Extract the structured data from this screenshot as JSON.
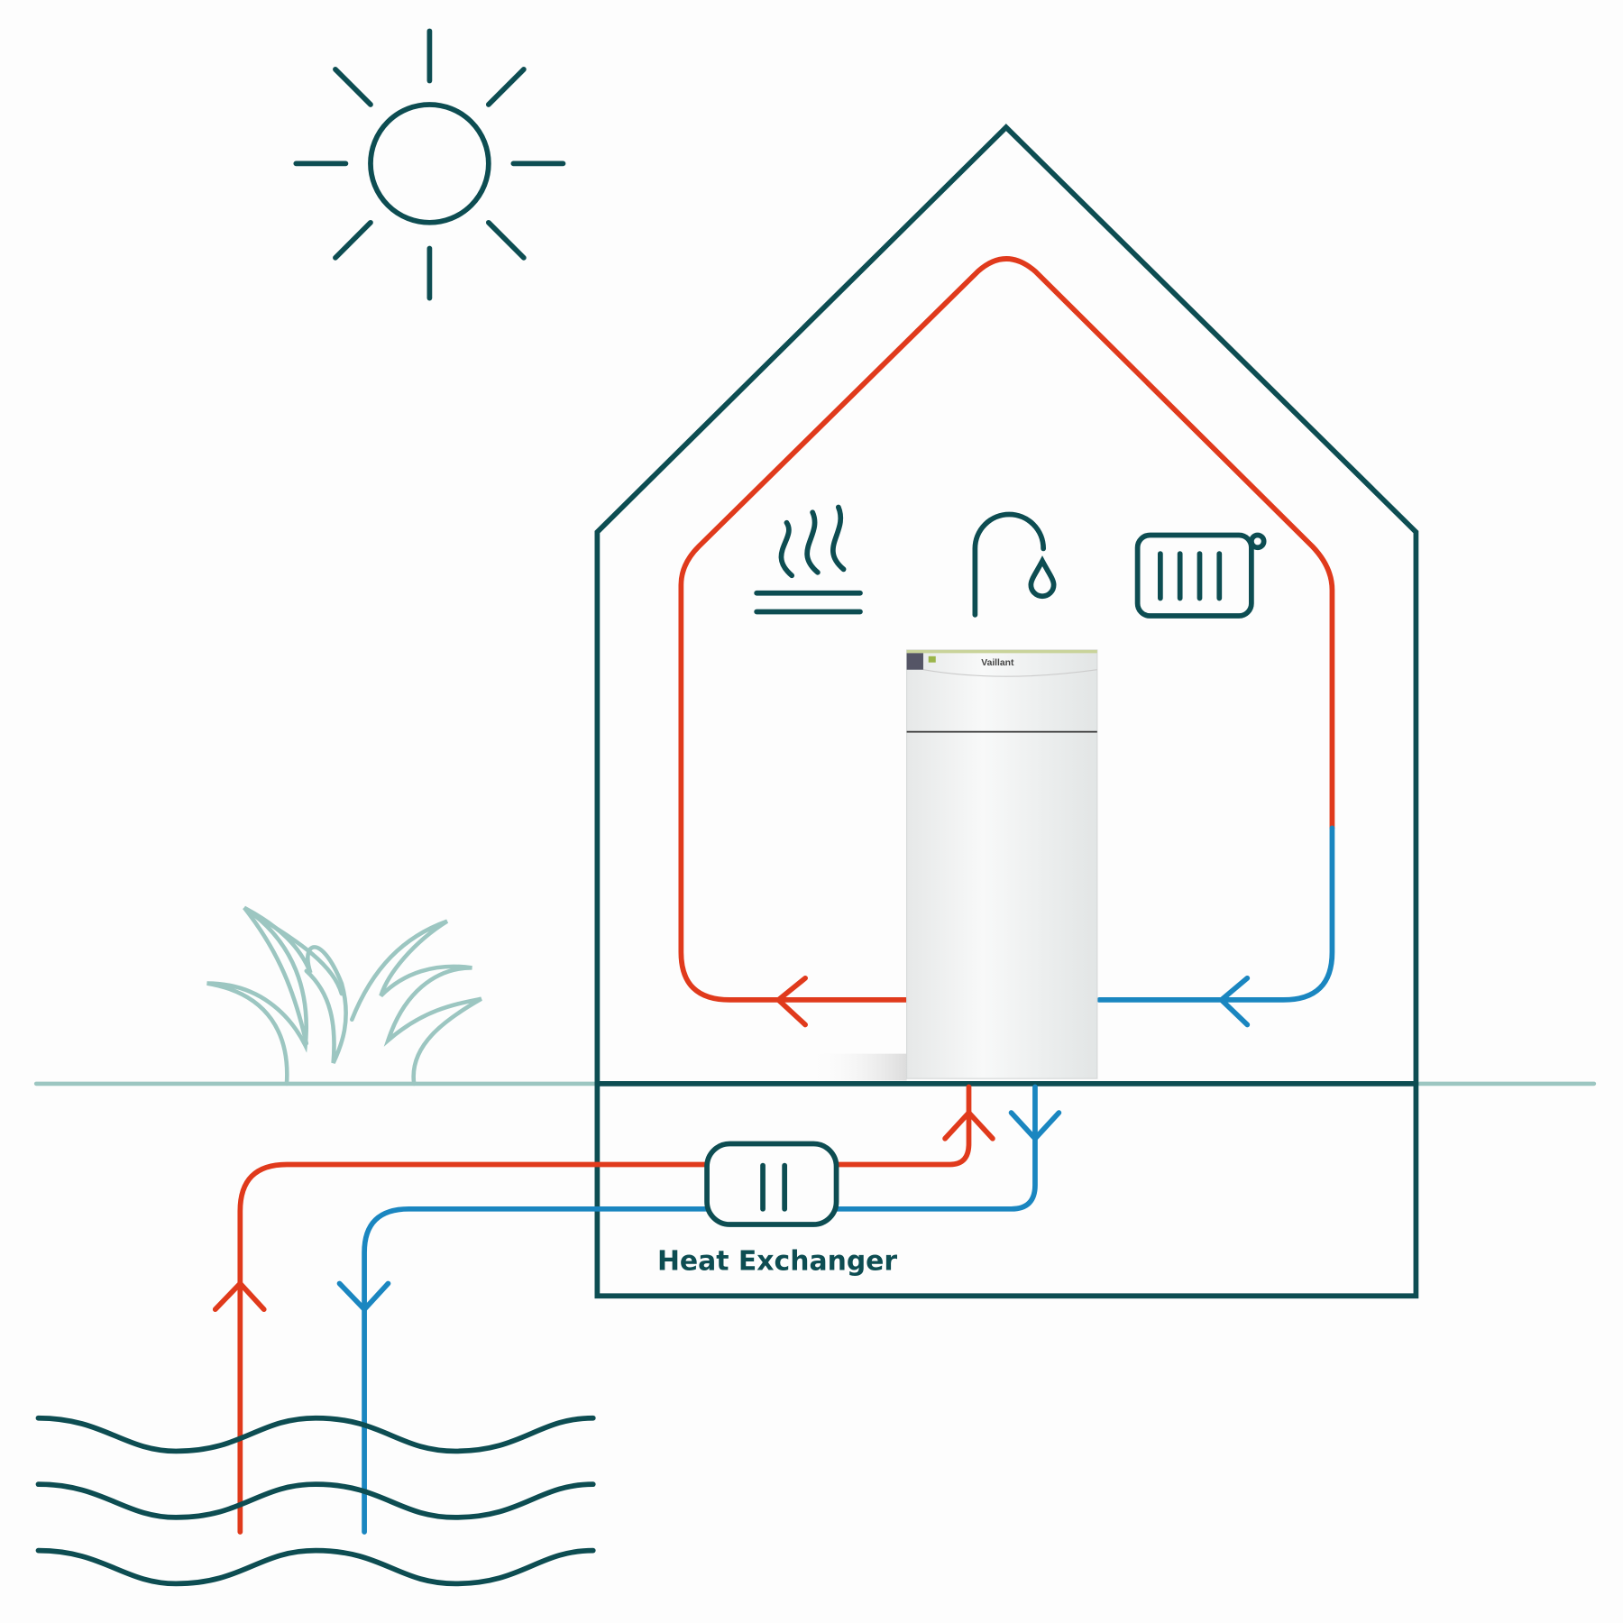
{
  "diagram": {
    "heat_exchanger_label": "Heat Exchanger",
    "unit_brand": "Vaillant",
    "colors": {
      "outline": "#0d4d52",
      "hot_flow": "#e03a1c",
      "cold_flow": "#1a86c0",
      "ground": "#9cc6c1"
    },
    "icons": [
      "sun-icon",
      "house-outline",
      "plant-icon",
      "underfloor-heating-icon",
      "water-tap-icon",
      "radiator-icon",
      "heat-pump-unit",
      "heat-exchanger-icon",
      "groundwater-waves"
    ]
  }
}
